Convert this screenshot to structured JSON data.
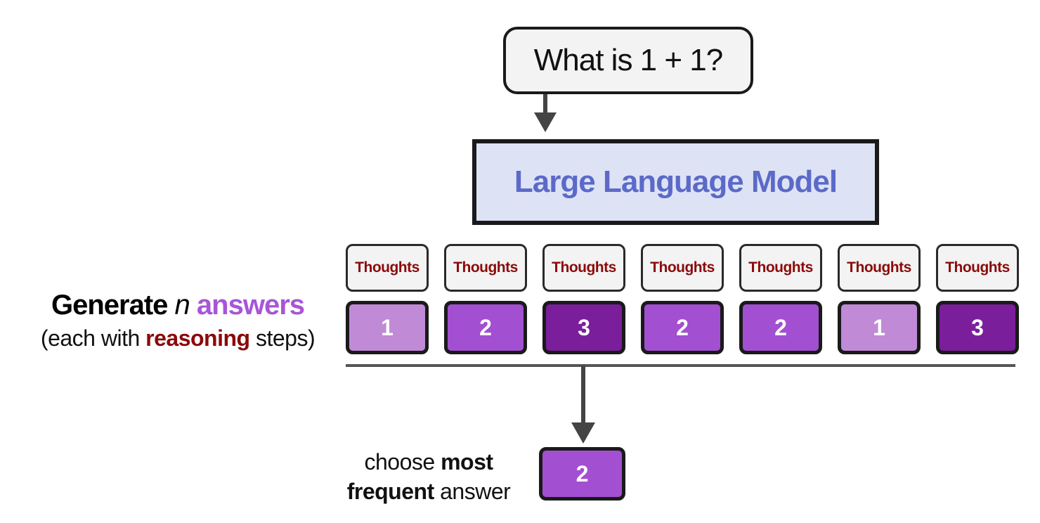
{
  "question": "What is 1 + 1?",
  "model": "Large Language Model",
  "thought_label": "Thoughts",
  "samples": [
    {
      "answer": "1",
      "color": "#c08ad6"
    },
    {
      "answer": "2",
      "color": "#a24fd1"
    },
    {
      "answer": "3",
      "color": "#7a1e9c"
    },
    {
      "answer": "2",
      "color": "#a24fd1"
    },
    {
      "answer": "2",
      "color": "#a24fd1"
    },
    {
      "answer": "1",
      "color": "#c08ad6"
    },
    {
      "answer": "3",
      "color": "#7a1e9c"
    }
  ],
  "generate": {
    "word": "Generate",
    "n": "n",
    "answers": "answers",
    "paren_open": "(each with",
    "reasoning": "reasoning",
    "paren_close": "steps)"
  },
  "choose": {
    "choose": "choose",
    "most": "most",
    "frequent": "frequent",
    "answer": "answer"
  },
  "final_answer": "2",
  "colors": {
    "answer_light": "#c08ad6",
    "answer_mid": "#a24fd1",
    "answer_dark": "#7a1e9c",
    "reasoning_red": "#8b0a0a",
    "model_text": "#5b6ac8",
    "model_fill": "#dee2f5"
  }
}
